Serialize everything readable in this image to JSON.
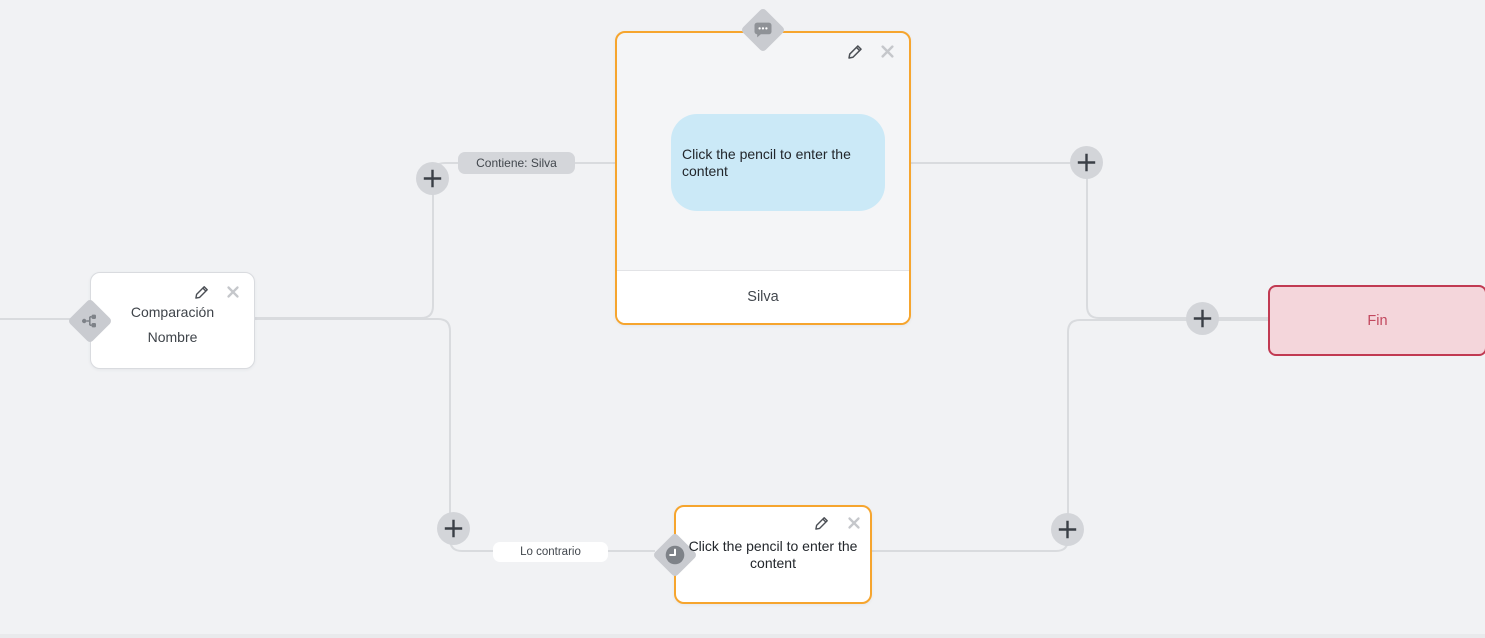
{
  "colors": {
    "background": "#f1f2f4",
    "edge": "#d9dbde",
    "accent_orange": "#f6a52e",
    "diamond_gray": "#c9cbd0",
    "message_bubble_blue": "#cbe9f7",
    "end_bg": "#f4d6db",
    "end_border": "#c13a52",
    "end_text": "#c2485e"
  },
  "nodes": {
    "comparison": {
      "type": "condition",
      "icon": "sitemap-icon",
      "title": "Comparación",
      "subtitle": "Nombre"
    },
    "message": {
      "type": "message",
      "icon": "chat-icon",
      "content_placeholder": "Click the pencil to enter the content",
      "footer_label": "Silva"
    },
    "wait": {
      "type": "wait",
      "icon": "clock-icon",
      "content_placeholder": "Click the pencil to enter the content"
    },
    "end": {
      "type": "end",
      "label": "Fin"
    }
  },
  "edge_labels": [
    {
      "text": "Contiene: Silva",
      "style": "gray"
    },
    {
      "text": "Lo contrario",
      "style": "white"
    }
  ]
}
